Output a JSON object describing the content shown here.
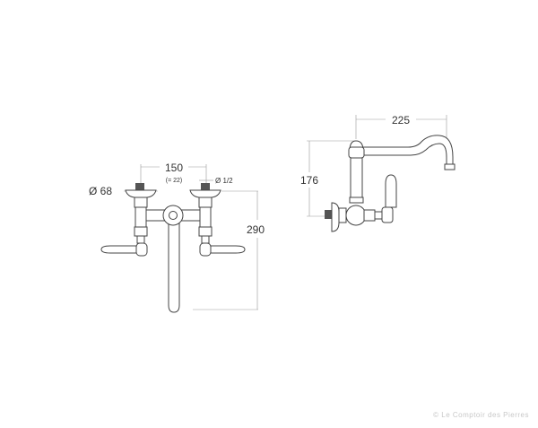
{
  "front_view": {
    "dim_spacing": "150",
    "dim_spacing_note": "(= 22)",
    "dim_flange": "Ø 68",
    "dim_thread": "Ø 1/2",
    "dim_height": "290"
  },
  "side_view": {
    "dim_reach": "225",
    "dim_height": "176"
  },
  "watermark": "© Le Comptoir des Pierres"
}
